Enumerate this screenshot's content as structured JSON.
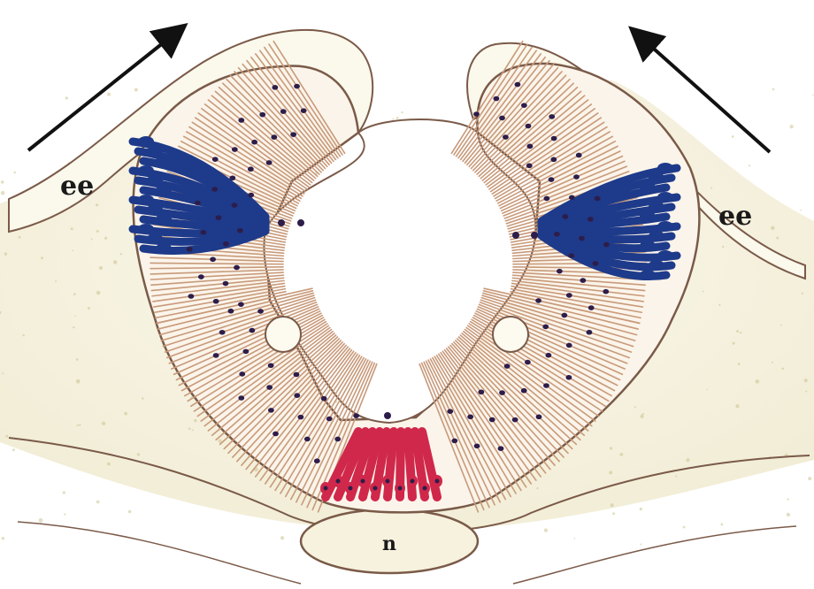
{
  "labels": {
    "ee_left": "ee",
    "ee_right": "ee",
    "notochord": "n"
  },
  "colors": {
    "dorsal_domain": "#1e3a8a",
    "floor_plate": "#d0284b",
    "cell_outline": "#c89a7a",
    "nucleus": "#2d1d4a",
    "tissue_outline": "#7a5a48",
    "mesenchyme": "#f7f3e4",
    "arrow": "#111111"
  },
  "icons": {
    "arrow_left": "arrow-up-right",
    "arrow_right": "arrow-up-left"
  }
}
